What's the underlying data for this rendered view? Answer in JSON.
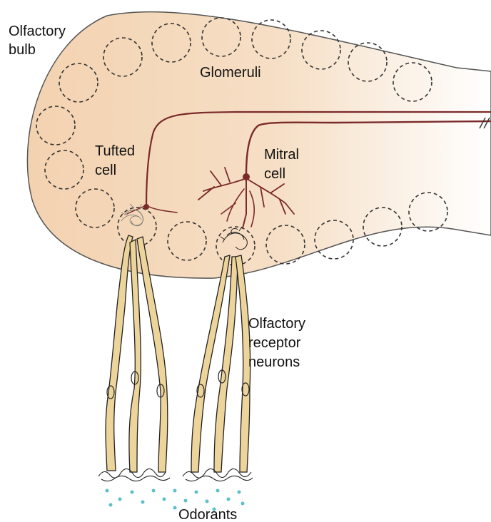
{
  "labels": {
    "olfactory_bulb": [
      "Olfactory",
      "bulb"
    ],
    "glomeruli": "Glomeruli",
    "tufted_cell": [
      "Tufted",
      "cell"
    ],
    "mitral_cell": [
      "Mitral",
      "cell"
    ],
    "receptor_neurons": [
      "Olfactory",
      "receptor",
      "neurons"
    ],
    "odorants": "Odorants"
  },
  "colors": {
    "bulb_fill": "#f3d6b8",
    "bulb_fill_light": "#fbefe3",
    "outline": "#3a3a3a",
    "dendrite": "#7a2a2a",
    "neuron_fill": "#edd49a",
    "odorant": "#5bc0c8"
  }
}
